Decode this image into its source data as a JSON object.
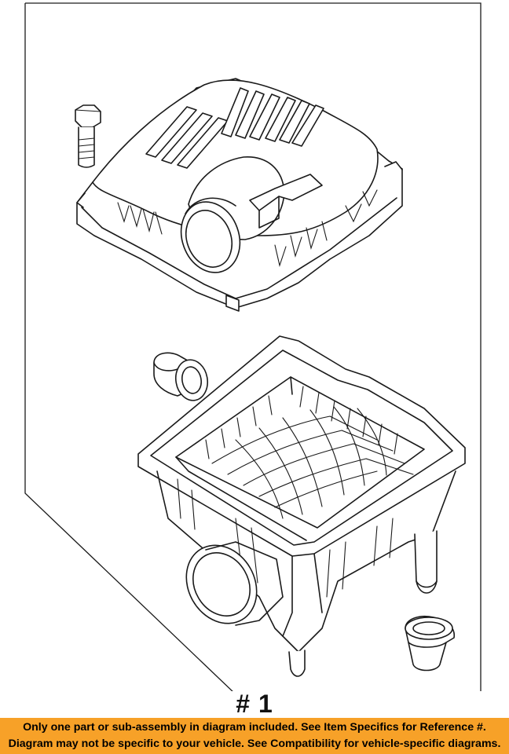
{
  "diagram": {
    "reference_label": "# 1",
    "parts": [
      "air-cleaner-cover",
      "cover-bolt",
      "grommet-upper",
      "air-cleaner-housing",
      "grommet-lower"
    ]
  },
  "notice": {
    "line1": "Only one part or sub-assembly in diagram included. See Item Specifics for Reference #.",
    "line2": "Diagram may not be specific to your vehicle. See Compatibility for vehicle-specific diagrams.",
    "background_color": "#f7a128"
  }
}
